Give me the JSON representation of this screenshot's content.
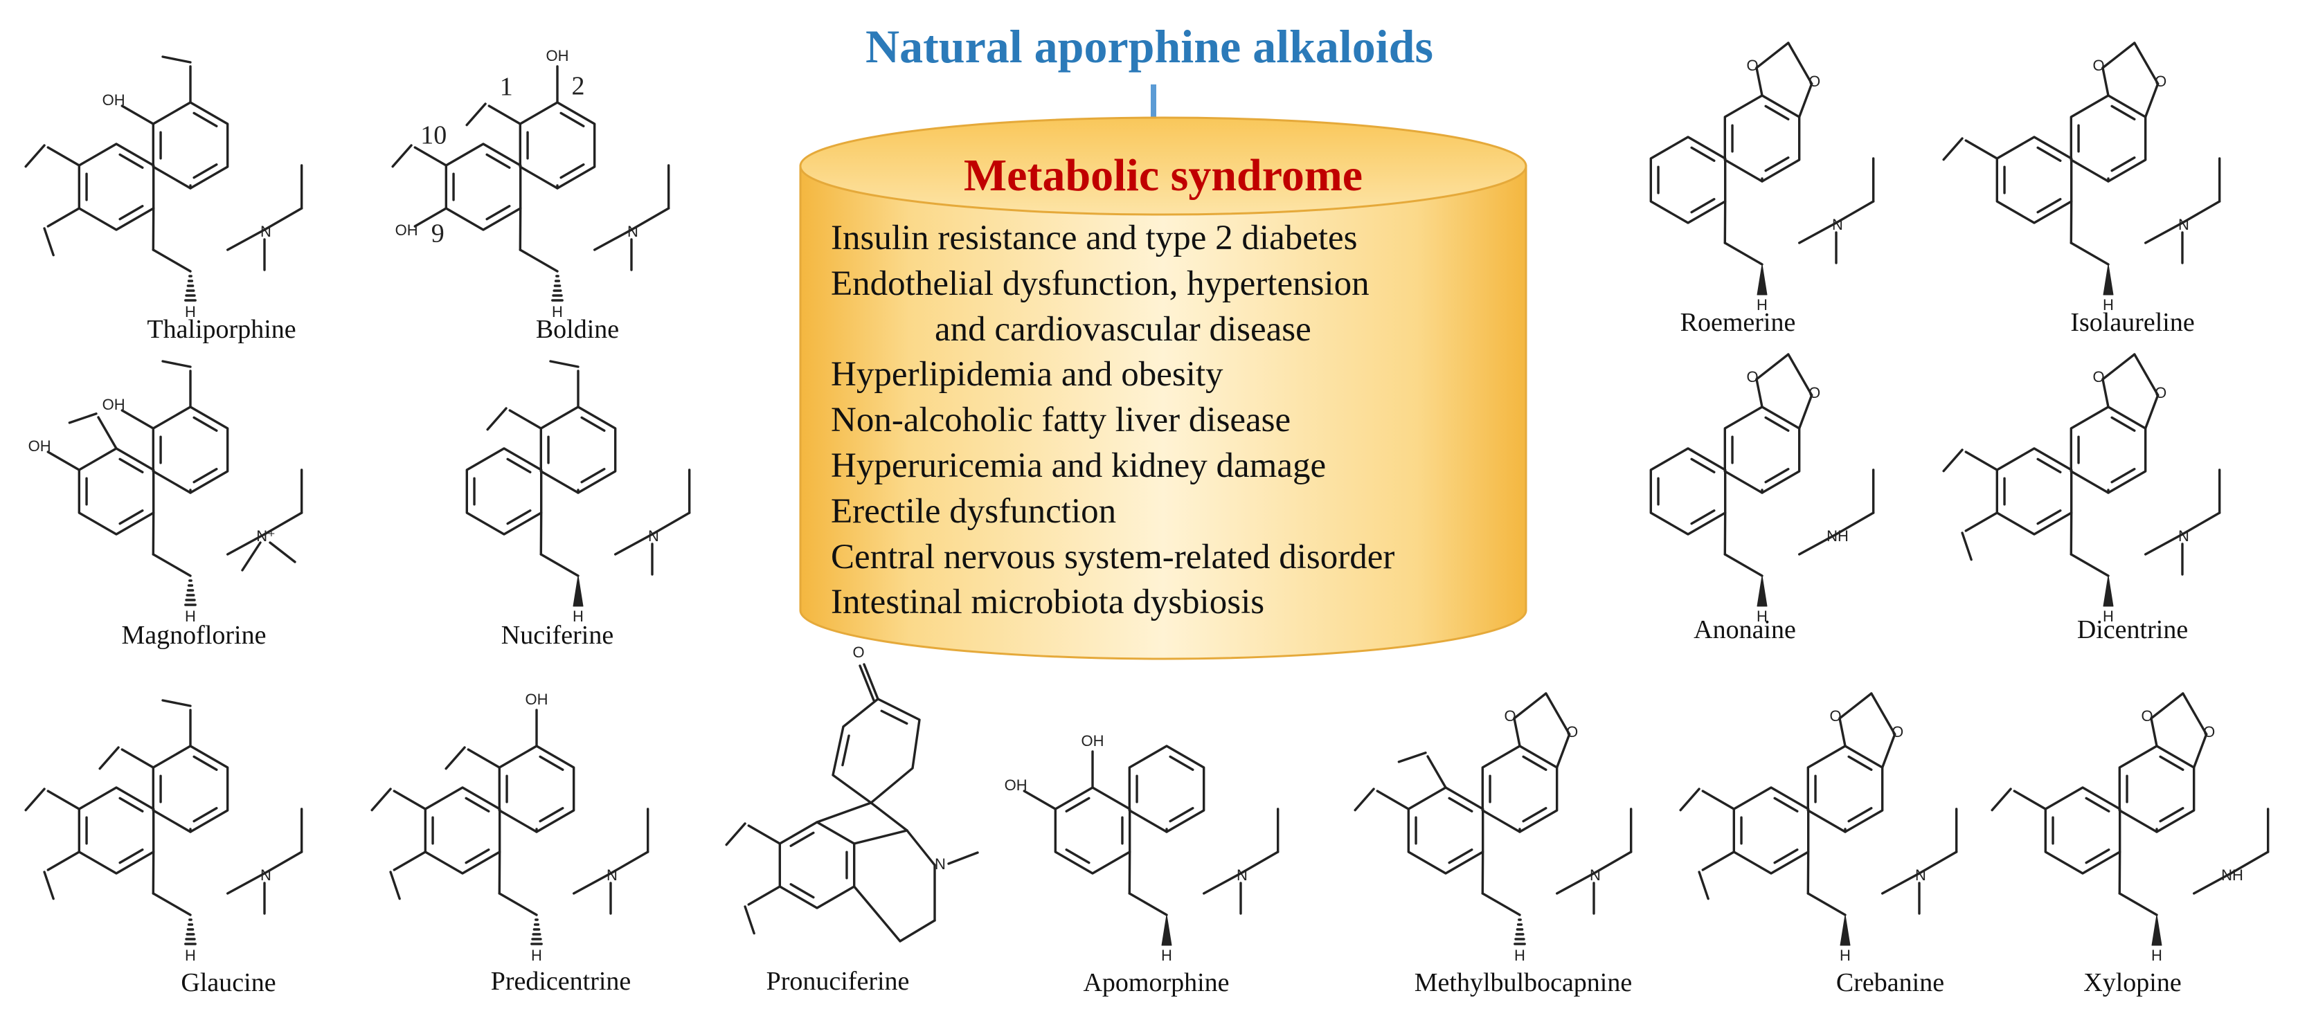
{
  "title": "Natural aporphine alkaloids",
  "box": {
    "title": "Metabolic syndrome",
    "lines": [
      "Insulin resistance and type 2 diabetes",
      "Endothelial dysfunction, hypertension",
      "and cardiovascular disease",
      "Hyperlipidemia and obesity",
      "Non-alcoholic fatty liver disease",
      "Hyperuricemia and kidney damage",
      "Erectile dysfunction",
      "Central nervous system-related disorder",
      "Intestinal microbiota dysbiosis"
    ]
  },
  "compounds": [
    {
      "name": "Thaliporphine",
      "tpl": "aporphine",
      "sub": {
        "A": "OMe",
        "B": "OH",
        "D1": "OMe",
        "D2": "OMe",
        "H": "hash",
        "N": "NMe"
      }
    },
    {
      "name": "Boldine",
      "tpl": "aporphine",
      "sub": {
        "A": "OH",
        "B": "OMe",
        "D1": "OMe",
        "D2": "OH",
        "H": "hash",
        "N": "NMe"
      },
      "numbers": [
        "1",
        "2",
        "9",
        "10"
      ]
    },
    {
      "name": "Magnoflorine",
      "tpl": "aporphine",
      "sub": {
        "A": "OMe",
        "B": "OH",
        "D3": "OMe",
        "D4": "OH",
        "H": "hash",
        "N": "N+Me2"
      }
    },
    {
      "name": "Nuciferine",
      "tpl": "aporphine",
      "sub": {
        "A": "OMe",
        "B": "OMe",
        "H": "wedge",
        "N": "NMe"
      }
    },
    {
      "name": "Roemerine",
      "tpl": "aporphine",
      "sub": {
        "MD": true,
        "H": "wedge",
        "N": "NMe"
      }
    },
    {
      "name": "Isolaureline",
      "tpl": "aporphine",
      "sub": {
        "MD": true,
        "D1": "OMe",
        "H": "wedge",
        "N": "NMe"
      }
    },
    {
      "name": "Anonaine",
      "tpl": "aporphine",
      "sub": {
        "MD": true,
        "H": "wedge",
        "N": "NH"
      }
    },
    {
      "name": "Dicentrine",
      "tpl": "aporphine",
      "sub": {
        "MD": true,
        "D1": "OMe",
        "D2": "OMe",
        "H": "wedge",
        "N": "NMe"
      }
    },
    {
      "name": "Glaucine",
      "tpl": "aporphine",
      "sub": {
        "A": "OMe",
        "B": "OMe",
        "D1": "OMe",
        "D2": "OMe",
        "H": "hash",
        "N": "NMe"
      }
    },
    {
      "name": "Predicentrine",
      "tpl": "aporphine",
      "sub": {
        "A": "OH",
        "B": "OMe",
        "D1": "OMe",
        "D2": "OMe",
        "H": "hash",
        "N": "NMe"
      }
    },
    {
      "name": "Pronuciferine",
      "tpl": "proaporphine",
      "sub": {
        "N": "NMe"
      }
    },
    {
      "name": "Apomorphine",
      "tpl": "apomorphine",
      "sub": {
        "H": "wedge",
        "N": "NMe"
      }
    },
    {
      "name": "Methylbulbocapnine",
      "tpl": "aporphine",
      "sub": {
        "MD": true,
        "D3": "OMe",
        "D4": "OMe",
        "H": "hash",
        "N": "NMe"
      }
    },
    {
      "name": "Crebanine",
      "tpl": "aporphine",
      "sub": {
        "MD": true,
        "D4": "OMe",
        "D5": "OMe",
        "H": "wedge",
        "N": "NMe"
      }
    },
    {
      "name": "Xylopine",
      "tpl": "aporphine",
      "sub": {
        "MD": true,
        "D1": "OMe",
        "H": "wedge",
        "N": "NH"
      }
    }
  ]
}
